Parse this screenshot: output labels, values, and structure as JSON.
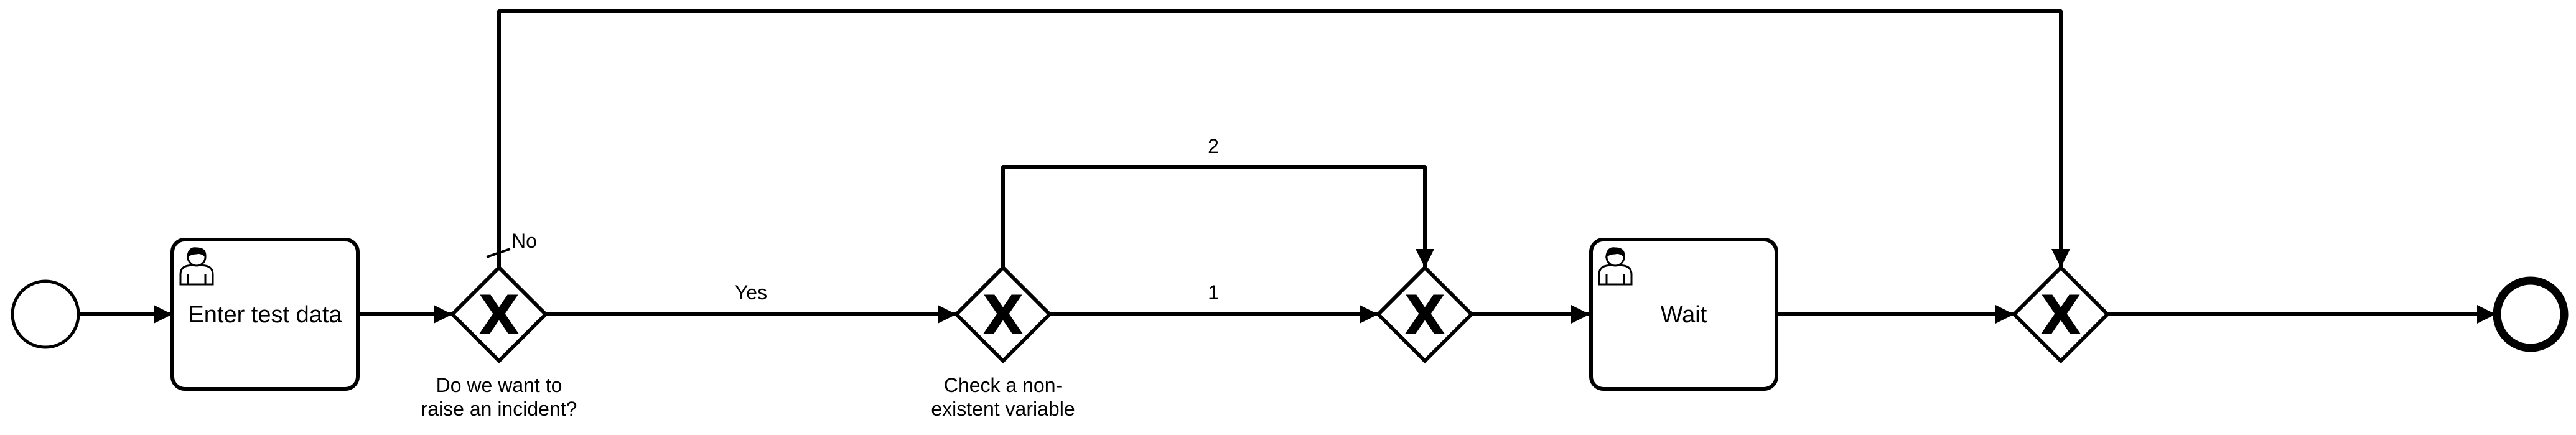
{
  "diagram": {
    "tasks": {
      "enter_test_data": "Enter test data",
      "wait": "Wait"
    },
    "gateways": {
      "incident_line1": "Do we want to",
      "incident_line2": "raise an incident?",
      "variable_line1": "Check a non-",
      "variable_line2": "existent variable",
      "marker": "X"
    },
    "flows": {
      "no": "No",
      "yes": "Yes",
      "one": "1",
      "two": "2"
    },
    "icons": {
      "task": "user-icon"
    }
  }
}
